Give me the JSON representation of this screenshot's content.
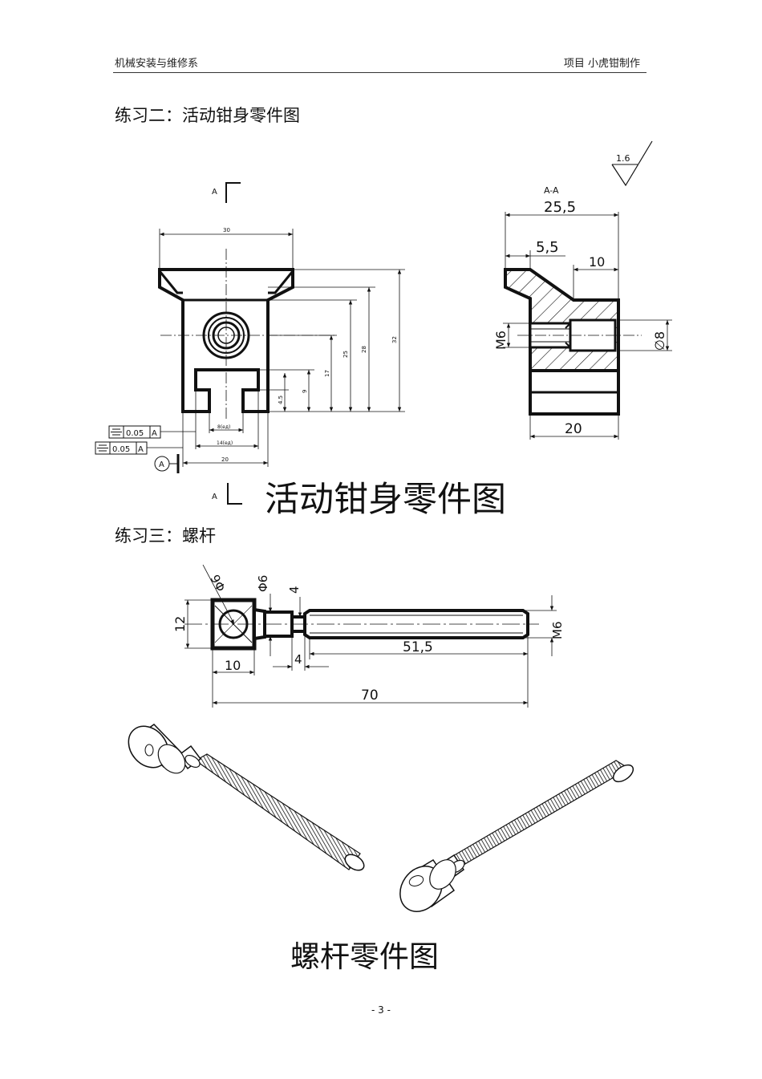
{
  "header": {
    "course": "机械安装与维修系",
    "project": "项目   小虎钳制作",
    "page_number": "- 3 -"
  },
  "exercise2": {
    "title": "练习二：活动钳身零件图",
    "caption": "活动钳身零件图",
    "section_mark": "A",
    "section_view_label": "A-A",
    "datum_letter": "A",
    "roughness": "1.6",
    "tolerance_1": "0.05",
    "tolerance_2": "0.05",
    "dims": {
      "top_width": "30",
      "h32": "32",
      "h28": "28",
      "h25": "25",
      "h17": "17",
      "h9": "9",
      "h4_5": "4.5",
      "slot_8": "8(ед)",
      "slot_14": "14(ед)",
      "bottom_20": "20",
      "sec_width": "25,5",
      "sec_5_5": "5,5",
      "sec_10": "10",
      "sec_m6": "M6",
      "sec_d8": "∅8",
      "sec_20": "20"
    }
  },
  "exercise3": {
    "title": "练习三：螺杆",
    "caption": "螺杆零件图",
    "dims": {
      "hole_d6_slant": "9Φ",
      "d6": "Φ6",
      "four_top": "4",
      "h12": "12",
      "m6": "M6",
      "len_51_5": "51,5",
      "four_bottom": "4",
      "ten": "10",
      "total_70": "70"
    }
  }
}
